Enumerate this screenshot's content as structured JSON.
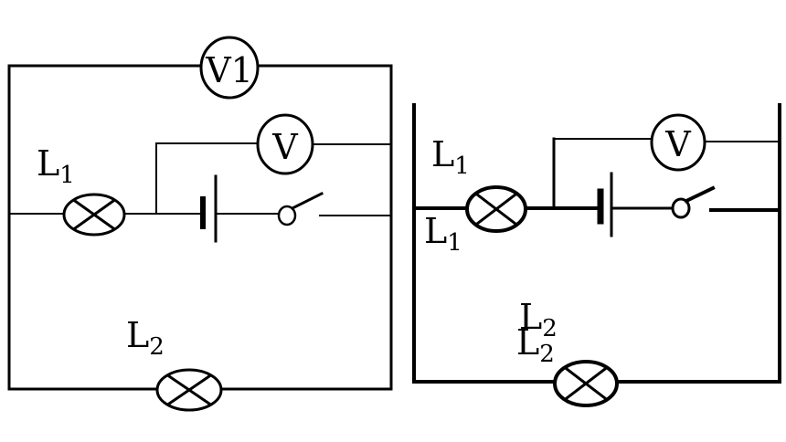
{
  "left_circuit": {
    "voltmeter_top": "V1",
    "voltmeter_mid": "V",
    "lamp1_label": {
      "main": "L",
      "sub": "1"
    },
    "lamp2_label": {
      "main": "L",
      "sub": "2"
    }
  },
  "right_circuit": {
    "voltmeter": "V",
    "lamp1_label_a": {
      "main": "L",
      "sub": "1"
    },
    "lamp1_label_b": {
      "main": "L",
      "sub": "1"
    },
    "lamp2_label_a": {
      "main": "L",
      "sub": "2"
    },
    "lamp2_label_b": {
      "main": "L",
      "sub": "2"
    }
  }
}
